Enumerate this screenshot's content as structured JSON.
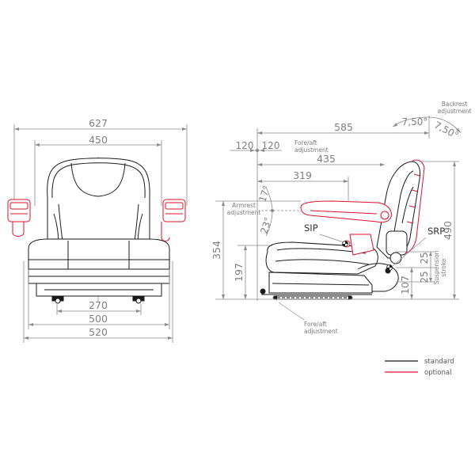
{
  "colors": {
    "standard": "#1a1a1a",
    "optional": "#e0102a",
    "dimension": "#8a8a8a",
    "seat_fill": "#ffffff"
  },
  "front_view": {
    "dim_overall_width": "627",
    "dim_backrest_width": "450",
    "dim_rail_spacing": "270",
    "dim_base_width": "500",
    "dim_seat_width": "520"
  },
  "side_view": {
    "dim_armrest_fore_aft_left": "120",
    "dim_armrest_fore_aft_right": "120",
    "label_fore_aft_adjustment": [
      "Fore/aft",
      "adjustment"
    ],
    "dim_depth_overall": "585",
    "dim_depth_435": "435",
    "dim_armrest_length": "319",
    "label_armrest_adjustment": [
      "Armrest",
      "adjustment"
    ],
    "angle_armrest_up": "17°",
    "angle_armrest_down": "23°",
    "label_backrest_adjustment": [
      "Backrest",
      "adjustment"
    ],
    "angle_backrest_fwd": "7,50°",
    "angle_backrest_back": "7,50°",
    "callout_sip": "SIP",
    "callout_srp": "SRP",
    "dim_overall_height": "490",
    "dim_armrest_height": "354",
    "dim_seat_height": "197",
    "dim_suspension_25a": "25",
    "dim_suspension_25b": "25",
    "label_suspension_stroke": [
      "Suspension",
      "stroke"
    ],
    "dim_base_height": "107",
    "label_fore_aft_adjustment_bottom": [
      "Fore/aft",
      "adjustment"
    ]
  },
  "legend": {
    "standard": "standard",
    "optional": "optional"
  }
}
